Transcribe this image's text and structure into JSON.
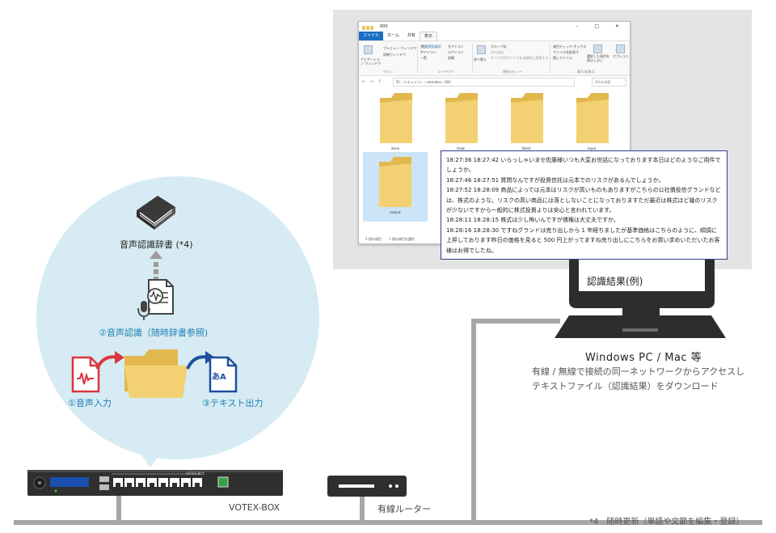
{
  "explorer": {
    "title": "000",
    "window_controls": "– □ ✕",
    "tabs": [
      "ファイル",
      "ホーム",
      "共有",
      "表示"
    ],
    "ribbon": {
      "pane_items": [
        "ナビゲーション ウィンドウ",
        "プレビュー ウィンドウ",
        "詳細ウィンドウ"
      ],
      "layout_items": [
        "特大アイコン",
        "大アイコン",
        "中アイコン",
        "小アイコン",
        "一覧",
        "詳細"
      ],
      "view_items": [
        "グループ化",
        "列の追加",
        "すべての列のサイズを自動的に変更する"
      ],
      "show_items": [
        "項目チェック ボックス",
        "ファイル名拡張子",
        "隠しファイル"
      ],
      "sort_label": "並べ替え",
      "hide_label": "選択した項目を表示しない",
      "options_label": "オプション",
      "groups": [
        "ペイン",
        "レイアウト",
        "現在のビュー",
        "表示/非表示"
      ]
    },
    "address": {
      "nav": "← → ↑",
      "path": "PC › ドキュメント › votexbox › 000",
      "search": "000の検索"
    },
    "folders": [
      "done",
      "draw",
      "failed",
      "input",
      "output"
    ],
    "status": [
      "5 個の項目",
      "1 個の項目を選択"
    ]
  },
  "transcript": [
    "18:27:36 18:27:42 いらっしゃいませ佐藤様いつも大変お世話になっております本日はどのようなご用件でしょうか。",
    "18:27:46 18:27:51 質問なんですが投資信託は元本でのリスクがあるんでしょうか。",
    "18:27:52 18:28:09 商品によっては元本はリスクが高いものもありますがこちらの公社債投信グランドなどは、株式のような。リスクの高い商品には落としないことになっておりますただ最近は株式ほど幾のリスクが少ないですから一般的に株式投資よりは安心と言われています。",
    "18:28:11 18:28:15 株式は少し怖いんですが債権は大丈夫ですか。",
    "18:28:16 18:28:30 ですねグランドは売り出しから 1 年経ちましたが基準価格はこちらのように、順調に上昇しております昨日の価格を見ると 500 円上がってますね売り出しにこちらをお買い求めいただいたお客様はお得でしたね。"
  ],
  "result_label": "認識結果(例)",
  "pc": {
    "title": "Windows PC / Mac 等",
    "desc_line1": "有線 / 無線で接続の同一ネットワークからアクセスし",
    "desc_line2": "テキストファイル（認識結果）をダウンロード"
  },
  "bubble": {
    "dict_label": "音声認識辞書 (*4)",
    "asr_label": "②音声認識（随時辞書参照)",
    "input_label": "①音声入力",
    "output_label": "③テキスト出力",
    "output_doc_text": "あA"
  },
  "devices": {
    "votex_label": "VOTEX-BOX",
    "votex_brand": "VOTEX-BOX",
    "router_label": "有線ルーター"
  },
  "footnote": {
    "mark": "*4",
    "text": "随時更新（単語や文節を編集・登録）"
  },
  "colors": {
    "bubble": "#d6ebf3",
    "accent_blue": "#1e7fb5",
    "folder_yellow": "#f3d173",
    "cable_gray": "#a6a6a6",
    "device_dark": "#2d2d2d",
    "transcript_border": "#2f3f86"
  }
}
